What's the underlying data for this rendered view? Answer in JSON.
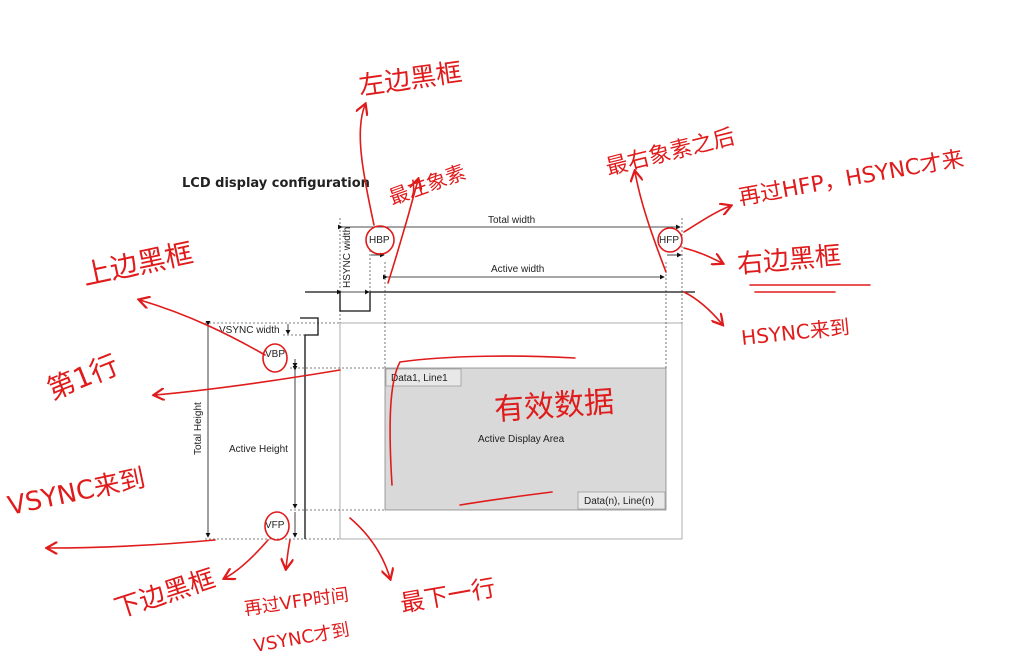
{
  "title": "LCD display configuration",
  "labels": {
    "total_width": "Total width",
    "active_width": "Active width",
    "hbp": "HBP",
    "hfp": "HFP",
    "hsync_width": "HSYNC width",
    "vsync_width": "VSYNC width",
    "vbp": "VBP",
    "vfp": "VFP",
    "total_height": "Total Height",
    "active_height": "Active Height",
    "active_area": "Active Display Area",
    "data_first": "Data1, Line1",
    "data_last": "Data(n), Line(n)"
  },
  "annotations": {
    "left_border": "左边黑框",
    "leftmost_pixel": "最左象素",
    "after_rightmost": "最右象素之后",
    "after_hfp": "再过HFP，HSYNC才来",
    "right_border": "右边黑框",
    "hsync_arrive": "HSYNC来到",
    "top_border": "上边黑框",
    "first_line": "第1行",
    "valid_data": "有效数据",
    "vsync_arrive": "VSYNC来到",
    "bottom_border": "下边黑框",
    "after_vfp": "再过VFP时间",
    "vsync_comes": "VSYNC才到",
    "last_line": "最下一行"
  },
  "colors": {
    "annotation": "#e01b1b",
    "active_fill": "#d9d9d9",
    "line": "#111111"
  }
}
